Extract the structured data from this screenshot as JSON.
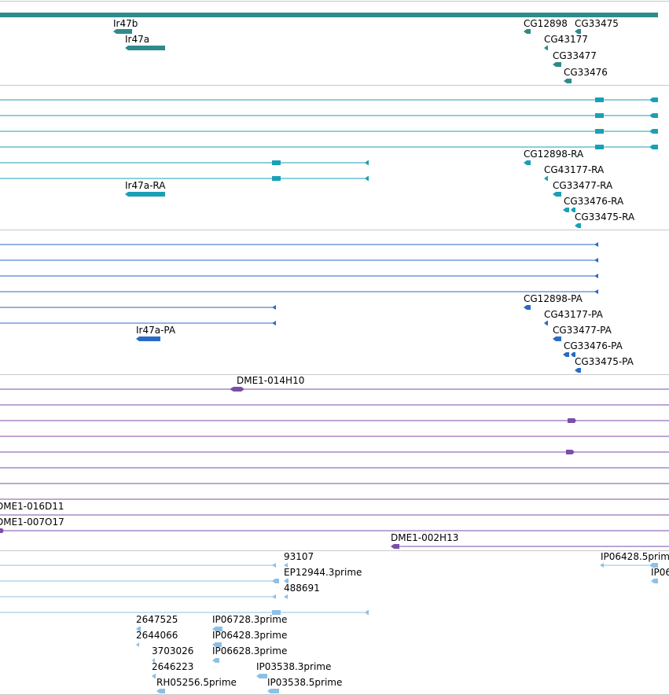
{
  "colors": {
    "gene": "#2e8b8b",
    "transcript_ra": "#1aa0b5",
    "transcript_pa": "#2a6ac7",
    "dme": "#7a4fa8",
    "est": "#8ec0e6",
    "separator": "#c8c8c8"
  },
  "tracks": {
    "genes": {
      "labels": [
        "Ir47b",
        "Ir47a",
        "CG12898",
        "CG33475",
        "CG43177",
        "CG33477",
        "CG33476"
      ]
    },
    "transcripts_ra": {
      "labels": [
        "CG12898-RA",
        "CG43177-RA",
        "Ir47a-RA",
        "CG33477-RA",
        "CG33476-RA",
        "CG33475-RA"
      ]
    },
    "transcripts_pa": {
      "labels": [
        "CG12898-PA",
        "CG43177-PA",
        "Ir47a-PA",
        "CG33477-PA",
        "CG33476-PA",
        "CG33475-PA"
      ]
    },
    "dme_clones": {
      "labels": [
        "DME1-014H10",
        "DME1-016D11",
        "DME1-007O17",
        "DME1-002H13"
      ]
    },
    "ests": {
      "labels": [
        "93107",
        "IP06428.5prim",
        "EP12944.3prime",
        "IP06",
        "488691",
        "2647525",
        "IP06728.3prime",
        "2644066",
        "IP06428.3prime",
        "3703026",
        "IP06628.3prime",
        "2646223",
        "IP03538.3prime",
        "RH05256.5prime",
        "IP03538.5prime"
      ]
    }
  }
}
